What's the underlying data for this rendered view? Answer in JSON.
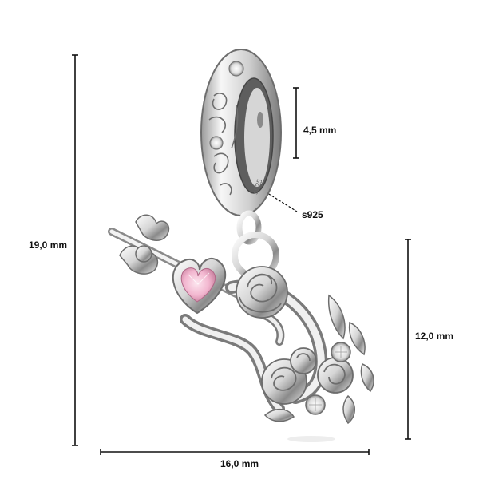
{
  "dimensions": {
    "height_total": "19,0 mm",
    "bail_height": "4,5 mm",
    "pendant_height": "12,0 mm",
    "width": "16,0 mm"
  },
  "stamp": "s925",
  "colors": {
    "silver_light": "#f4f4f4",
    "silver_mid": "#c8c8c8",
    "silver_dark": "#6d6d6d",
    "stone_pink": "#f2b6cf",
    "dimension_line": "#111111"
  }
}
